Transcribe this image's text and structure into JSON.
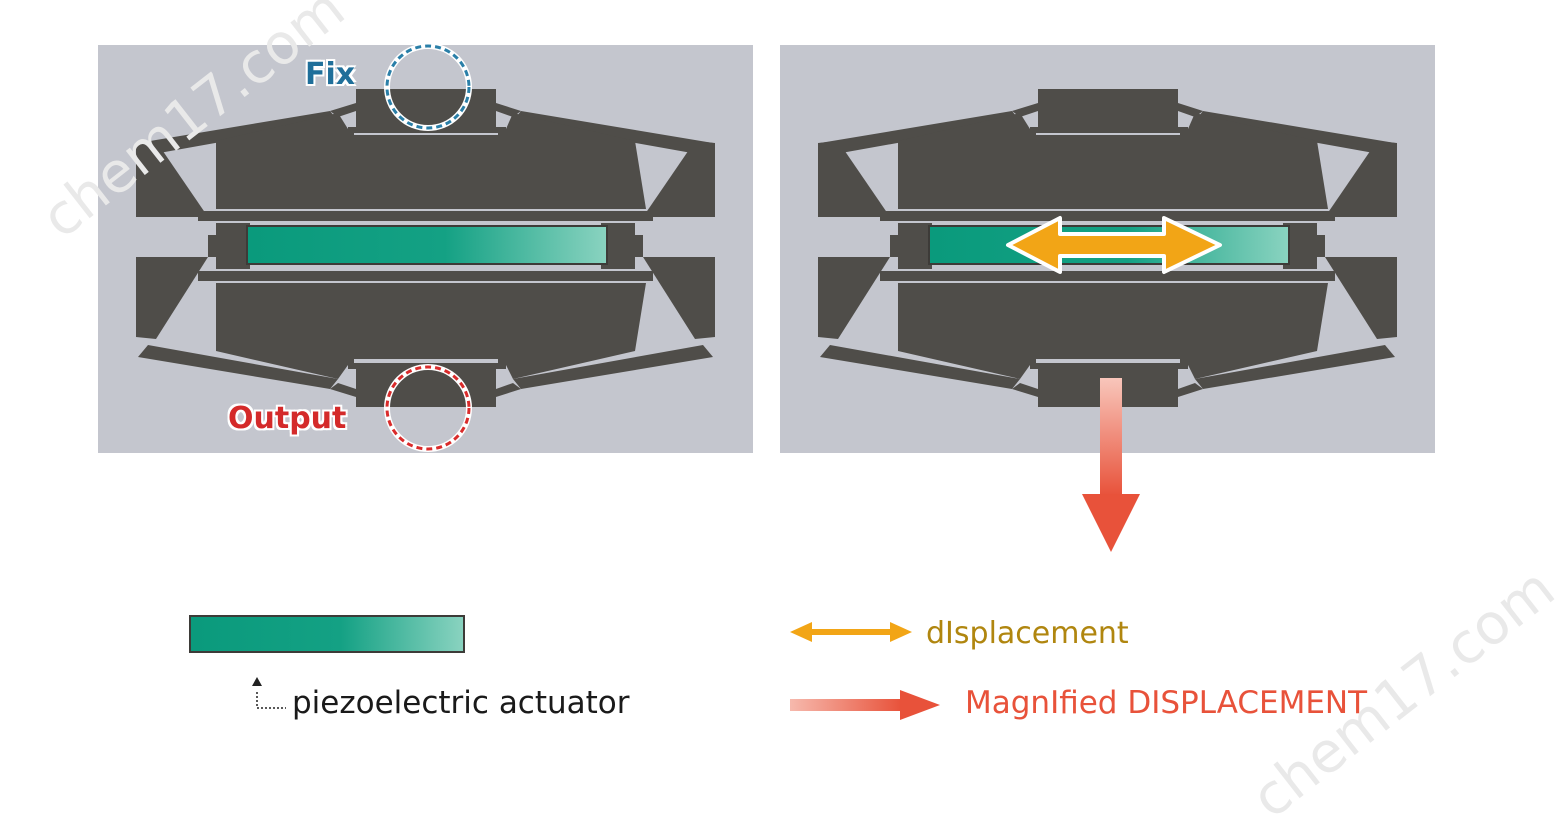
{
  "diagram": {
    "labels": {
      "fix": "Fix",
      "output": "Output",
      "legend_actuator": "piezoelectric actuator",
      "legend_displacement": "dIsplacement",
      "legend_magnified": "MagnIfied DISPLACEMENT"
    },
    "watermarks": {
      "left": "chem17.com",
      "right": "chem17.com"
    },
    "colors": {
      "panel_bg": "#c4c6ce",
      "mechanism": "#4f4d49",
      "actuator_start": "#0a9a7c",
      "actuator_end": "#7ccfb8",
      "fix_circle": "#2a7fa8",
      "output_circle": "#d92b2b",
      "displacement_arrow": "#f2a516",
      "magnified_arrow": "#e8523a",
      "fix_text": "#1f6f9a",
      "output_text": "#d42a2a",
      "displacement_text": "#b0860f",
      "magnified_text": "#e8523a"
    }
  }
}
